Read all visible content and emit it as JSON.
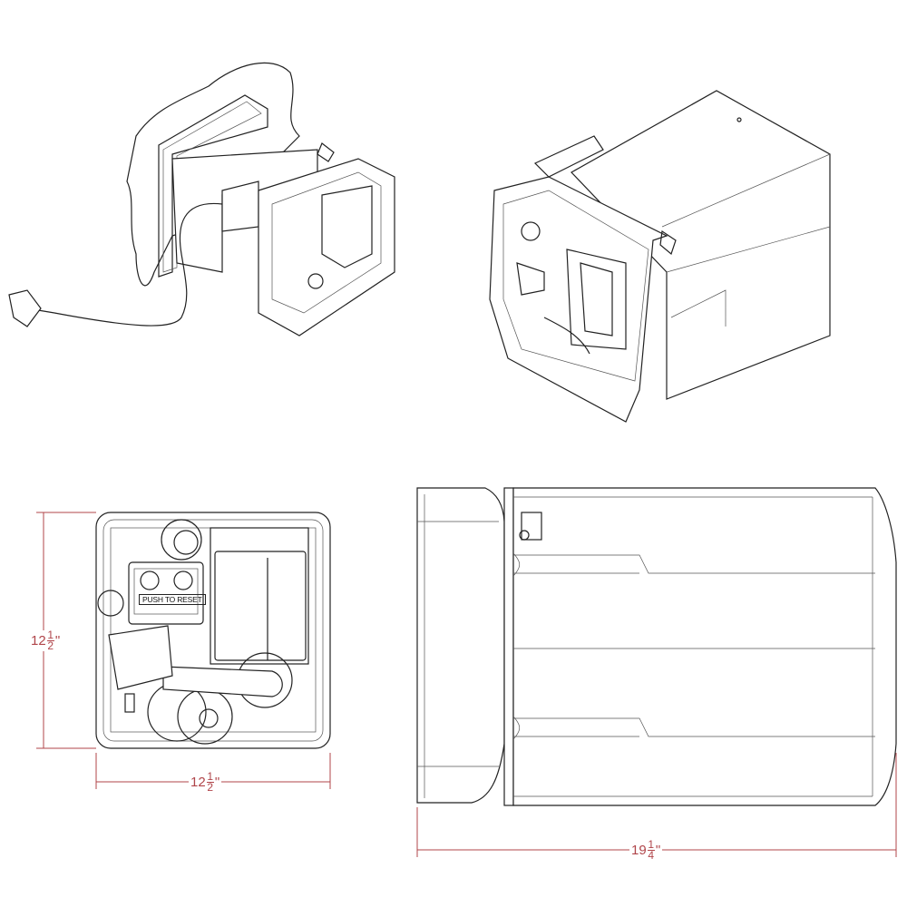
{
  "labels": {
    "reset_button": "PUSH TO RESET"
  },
  "dimensions": {
    "front_height": {
      "whole": "12",
      "num": "1",
      "den": "2",
      "unit": "''"
    },
    "front_width": {
      "whole": "12",
      "num": "1",
      "den": "2",
      "unit": "''"
    },
    "side_depth": {
      "whole": "19",
      "num": "1",
      "den": "4",
      "unit": "''"
    }
  },
  "colors": {
    "dimension": "#b0454a",
    "line": "#222222"
  }
}
